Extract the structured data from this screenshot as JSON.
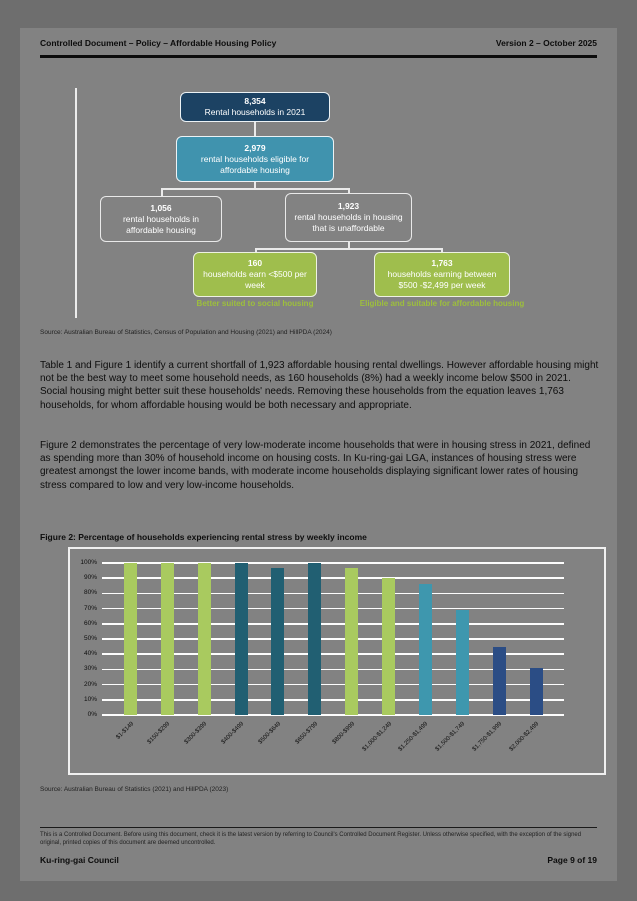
{
  "header": {
    "left": "Controlled Document – Policy – Affordable Housing Policy",
    "right": "Version 2 – October 2025"
  },
  "flowchart": {
    "box_total": {
      "value": "8,354",
      "label": "Rental households in 2021"
    },
    "box_eligible": {
      "value": "2,979",
      "label": "rental households eligible for affordable housing"
    },
    "box_in_affordable": {
      "value": "1,056",
      "label": "rental households in affordable housing"
    },
    "box_unaffordable": {
      "value": "1,923",
      "label": "rental households in housing that is unaffordable"
    },
    "box_under500": {
      "value": "160",
      "label": "households earn <$500 per week",
      "caption": "Better suited to social housing"
    },
    "box_500_2499": {
      "value": "1,763",
      "label": "households earning between $500 -$2,499 per week",
      "caption": "Eligible and suitable for affordable housing"
    },
    "source": "Source: Australian Bureau of Statistics, Census of Population and Housing (2021) and HillPDA (2024)"
  },
  "paragraphs": [
    "Table 1 and Figure 1 identify a current shortfall of 1,923 affordable housing rental dwellings. However affordable housing might not be the best way to meet some household needs,  as 160 households (8%) had a weekly income below $500 in 2021. Social housing might better suit these households' needs. Removing these households from the equation leaves 1,763 households, for whom affordable housing would be both necessary and appropriate.",
    "Figure 2 demonstrates the percentage of very low-moderate income households that were in housing stress in 2021, defined as spending more than 30% of household income on housing costs. In Ku-ring-gai LGA, instances of housing stress were greatest amongst the lower income bands, with moderate income households displaying significant lower rates of housing stress compared to low and very low-income households."
  ],
  "figure2": {
    "caption": "Figure 2: Percentage of households experiencing rental stress by weekly income",
    "source": "Source: Australian Bureau of Statistics (2021) and HillPDA (2023)"
  },
  "chart_data": {
    "type": "bar",
    "title": "Figure 2: Percentage of households experiencing rental stress by weekly income",
    "categories": [
      "$1-$149",
      "$150-$299",
      "$300-$399",
      "$400-$499",
      "$500-$649",
      "$650-$799",
      "$800-$999",
      "$1,000-$1,249",
      "$1,250-$1,499",
      "$1,500-$1,749",
      "$1,750-$1,999",
      "$2,000-$2,499"
    ],
    "values": [
      100,
      100,
      100,
      100,
      97,
      100,
      97,
      90,
      86,
      69,
      45,
      31
    ],
    "bar_colors": [
      "green",
      "green",
      "green",
      "darkteal",
      "darkteal",
      "darkteal",
      "green",
      "green",
      "midteal",
      "midteal",
      "navy",
      "navy"
    ],
    "palette": {
      "green": "#a9ca5f",
      "darkteal": "#215f72",
      "midteal": "#3e97ae",
      "navy": "#2b4d85"
    },
    "xlabel": "",
    "ylabel": "",
    "ylim": [
      0,
      100
    ],
    "ytick_step": 10,
    "ytick_suffix": "%",
    "grid": true,
    "legend": false
  },
  "footnote": "This is a Controlled Document.  Before using this document, check it is the latest version by referring to Council's Controlled Document Register.  Unless otherwise specified, with the exception of the signed original, printed copies of this document are deemed uncontrolled.",
  "footer": {
    "left": "Ku-ring-gai Council",
    "right": "Page 9 of 19"
  },
  "colors": {
    "page_background": "#828282",
    "outer_background": "#6e6e6e",
    "navy_box": "#1c4263",
    "teal_box": "#4093ae",
    "green_box": "#9fbe4d",
    "caption_green": "#9dbf3c"
  }
}
